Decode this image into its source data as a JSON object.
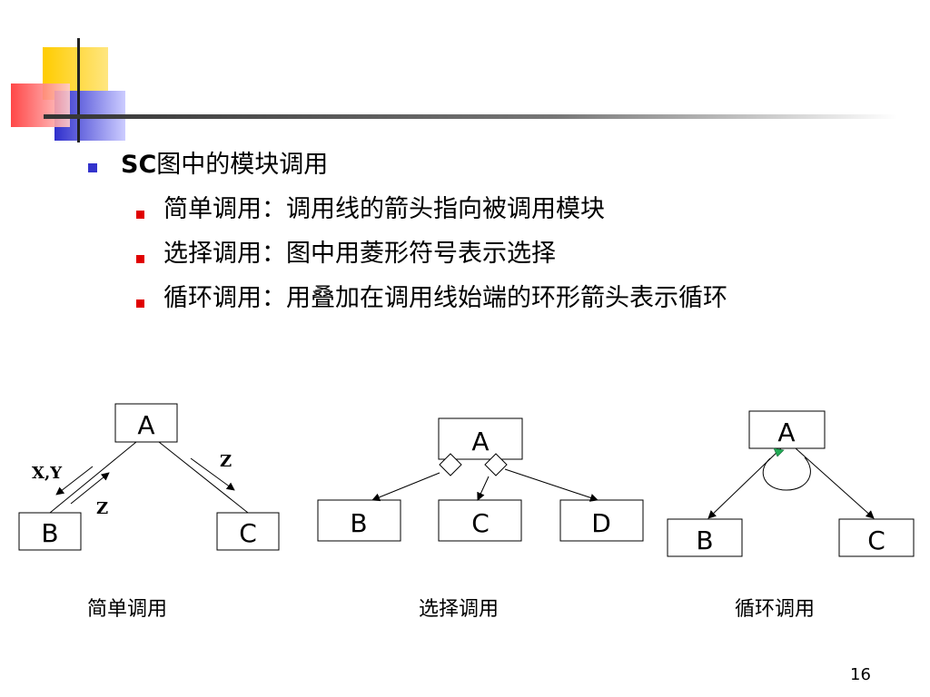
{
  "slide": {
    "bullet_main": {
      "prefix": "SC",
      "text": "图中的模块调用"
    },
    "sub_bullets": [
      "简单调用：调用线的箭头指向被调用模块",
      "选择调用：图中用菱形符号表示选择",
      "循环调用：用叠加在调用线始端的环形箭头表示循环"
    ],
    "page_number": "16"
  },
  "diagram_simple": {
    "top": "A",
    "left": "B",
    "right": "C",
    "param_left_up": "X,Y",
    "param_left_down": "Z",
    "param_right": "Z",
    "caption": "简单调用"
  },
  "diagram_select": {
    "top": "A",
    "children": [
      "B",
      "C",
      "D"
    ],
    "caption": "选择调用"
  },
  "diagram_loop": {
    "top": "A",
    "left": "B",
    "right": "C",
    "caption": "循环调用"
  },
  "colors": {
    "logo_yellow": "#ffcc00",
    "logo_red": "#ff4444",
    "logo_blue": "#3333cc",
    "bullet_blue": "#3333cc",
    "bullet_red": "#e00000",
    "loop_arrow": "#22aa55"
  }
}
